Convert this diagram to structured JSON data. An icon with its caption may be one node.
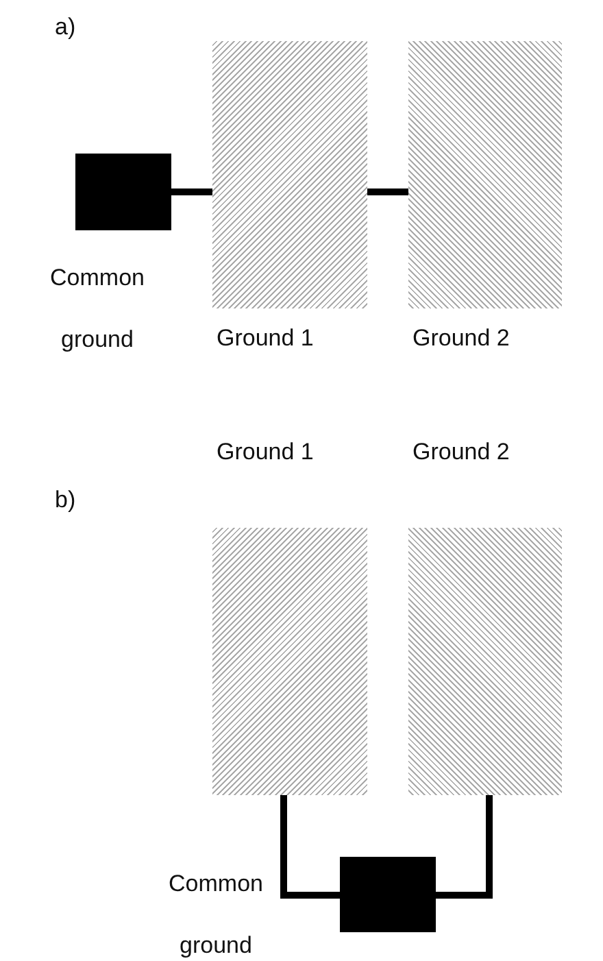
{
  "diagram": {
    "nodes": [
      {
        "text": [],
        "shape": "box",
        "beside": [
          "Common ground"
        ]
      },
      {
        "text": [
          "Ground 1"
        ]
      },
      {
        "text": [
          "Ground 2"
        ]
      },
      {
        "text": [
          "Ground 1"
        ]
      },
      {
        "text": [
          "Ground 2"
        ]
      },
      {
        "text": [],
        "shape": "box",
        "beside": [
          "Common ground"
        ]
      }
    ],
    "edges": [
      {
        "from": 0,
        "to": 1,
        "arrow": "none"
      },
      {
        "from": 1,
        "to": 2,
        "arrow": "none"
      },
      {
        "from": 3,
        "to": 5,
        "arrow": "none"
      },
      {
        "from": 4,
        "to": 5,
        "arrow": "none"
      }
    ],
    "labels": [
      "a)",
      "b)"
    ]
  }
}
